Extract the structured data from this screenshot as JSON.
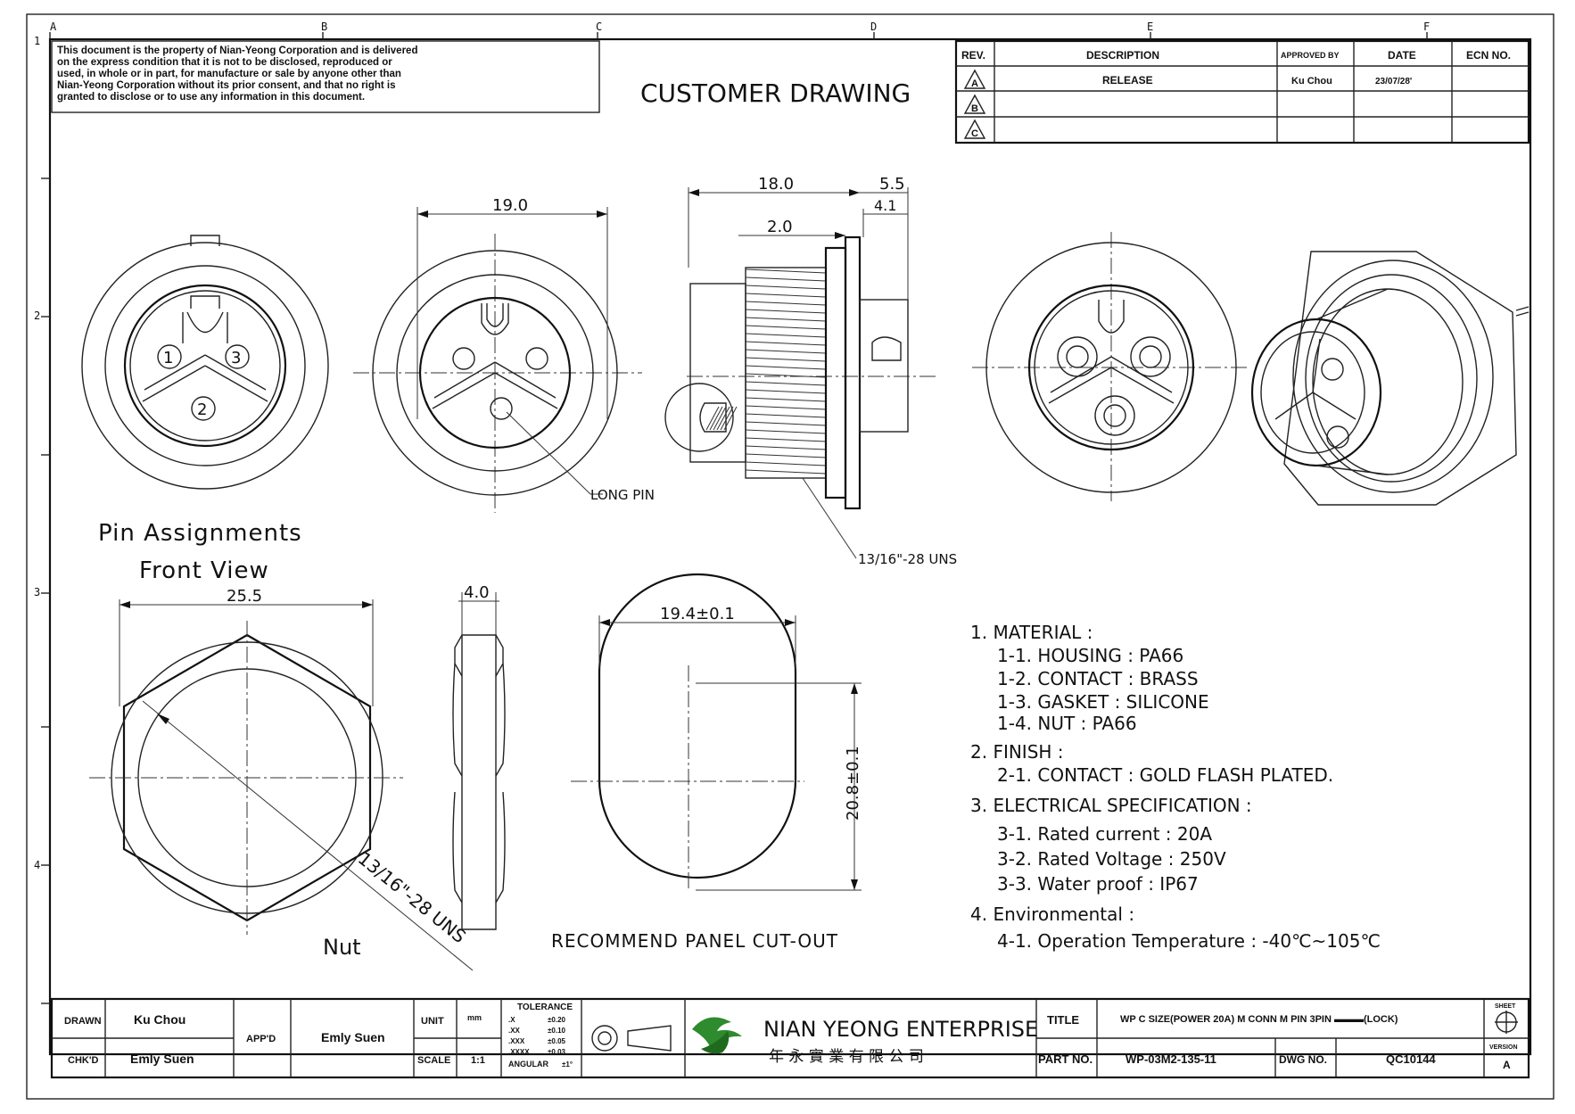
{
  "zones": {
    "columns": [
      "A",
      "B",
      "C",
      "D",
      "E",
      "F"
    ],
    "rows": [
      "1",
      "2",
      "3",
      "4"
    ]
  },
  "notice": [
    "This document is the property of Nian-Yeong Corporation and is delivered",
    "on  the  express condition that it is not to be disclosed, reproduced or",
    "used, in whole or in part, for manufacture or sale by anyone other than",
    "Nian-Yeong Corporation without  its prior consent, and that  no right  is",
    "granted to disclose or to use any information in this  document."
  ],
  "heading": "CUSTOMER  DRAWING",
  "revision_table": {
    "headers": [
      "REV.",
      "DESCRIPTION",
      "APPROVED BY",
      "DATE",
      "ECN NO."
    ],
    "rows": [
      {
        "rev": "A",
        "description": "RELEASE",
        "approved": "Ku Chou",
        "date": "23/07/28'",
        "ecn": ""
      },
      {
        "rev": "B",
        "description": "",
        "approved": "",
        "date": "",
        "ecn": ""
      },
      {
        "rev": "C",
        "description": "",
        "approved": "",
        "date": "",
        "ecn": ""
      }
    ]
  },
  "views": {
    "pin_front": {
      "pins": [
        "1",
        "2",
        "3"
      ],
      "caption_line1": "Pin  Assignments",
      "caption_line2": "Front  View"
    },
    "front_dim": "19.0",
    "long_pin_label": "LONG PIN",
    "side": {
      "dim_length": "18.0",
      "dim_flange": "5.5",
      "dim_4_1": "4.1",
      "dim_2_0": "2.0",
      "thread": "13/16\"-28  UNS"
    },
    "nut": {
      "dim_across": "25.5",
      "dim_thickness": "4.0",
      "thread": "13/16\"-28 UNS",
      "caption": "Nut"
    },
    "cutout": {
      "dim_width": "19.4±0.1",
      "dim_height": "20.8±0.1",
      "caption": "RECOMMEND  PANEL  CUT-OUT"
    }
  },
  "notes": [
    "1.  MATERIAL  :",
    "1-1.  HOUSING  :  PA66",
    "1-2.  CONTACT  :  BRASS",
    "1-3.  GASKET  :  SILICONE",
    "1-4.  NUT  :  PA66",
    "2.  FINISH  :",
    "2-1.  CONTACT  :  GOLD  FLASH  PLATED.",
    "3.  ELECTRICAL  SPECIFICATION  :",
    "3-1.  Rated  current  :  20A",
    "3-2.  Rated  Voltage  :  250V",
    "3-3.  Water  proof  :  IP67",
    "4.  Environmental  :",
    "4-1.  Operation  Temperature  :  -40℃~105℃"
  ],
  "title_block": {
    "drawn_label": "DRAWN",
    "drawn": "Ku Chou",
    "checked_label": "CHK'D",
    "checked": "Emly Suen",
    "approved_label": "APP'D",
    "approved": "Emly Suen",
    "unit_label": "UNIT",
    "unit": "mm",
    "scale_label": "SCALE",
    "scale": "1:1",
    "tolerance_title": "TOLERANCE",
    "tolerance": [
      {
        "k": ".X",
        "v": "±0.20"
      },
      {
        "k": ".XX",
        "v": "±0.10"
      },
      {
        "k": ".XXX",
        "v": "±0.05"
      },
      {
        "k": ".XXXX",
        "v": "±0.03"
      },
      {
        "k": "ANGULAR",
        "v": "±1°"
      }
    ],
    "company": "NIAN YEONG ENTERPRISE",
    "company_cn": "年 永 實 業 有 限 公 司",
    "title_label": "TITLE",
    "title": "WP C SIZE(POWER 20A) M CONN M PIN 3PIN ▬▬▬(LOCK)",
    "part_label": "PART NO.",
    "part_no": "WP-03M2-135-11",
    "dwg_label": "DWG NO.",
    "dwg_no": "QC10144",
    "sheet_label": "SHEET",
    "version_label": "VERSION",
    "version": "A"
  }
}
